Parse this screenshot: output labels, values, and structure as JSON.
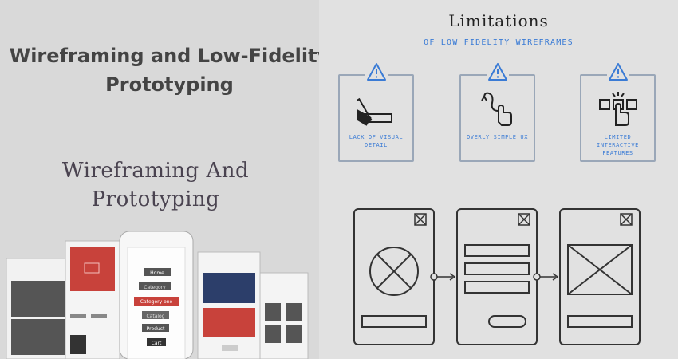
{
  "main_title": "Wireframing and Low-Fidelity Prototyping",
  "limitations": {
    "title": "Limitations",
    "subtitle": "OF LOW FIDELITY WIREFRAMES",
    "cards": [
      {
        "label": "LACK OF VISUAL DETAIL",
        "icon": "color-swatch-icon"
      },
      {
        "label": "OVERLY SIMPLE UX",
        "icon": "swipe-gesture-icon"
      },
      {
        "label": "LIMITED INTERACTIVE FEATURES",
        "icon": "tap-buttons-icon"
      }
    ],
    "accent_color": "#3a7bd5"
  },
  "sub_title": "Wireframing And Prototyping",
  "mockup_labels": {
    "home": "Home",
    "category": "Category",
    "category_one": "Category one",
    "catalog": "Catalog",
    "product": "Product",
    "cart": "Cart"
  },
  "colors": {
    "background": "#d9d9d9",
    "title": "#444444",
    "mockup_red": "#c8423b",
    "mockup_navy": "#2c3e6a"
  }
}
